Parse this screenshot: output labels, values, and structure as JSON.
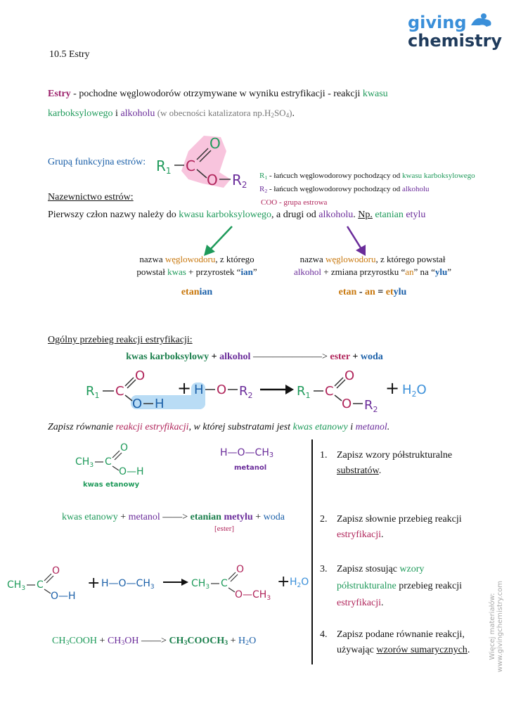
{
  "logo": {
    "line1": "giving",
    "line2": "chemistry"
  },
  "section_title": "10.5 Estry",
  "intro": {
    "term": "Estry",
    "text1": " - pochodne węglowodorów otrzymywane w wyniku estryfikacji - reakcji ",
    "kwasu": "kwasu",
    "karboksylowego": "karboksylowego",
    "i": " i ",
    "alkoholu": "alkoholu",
    "catalyst": " (w obecności katalizatora np.H",
    "catalyst_sub1": "2",
    "catalyst_mid": "SO",
    "catalyst_sub2": "4",
    "catalyst_end": ")",
    "period": "."
  },
  "functional_group": {
    "label": "Grupą funkcyjna estrów:",
    "r1": "R",
    "r1_sub": "1",
    "c": "C",
    "o_top": "O",
    "o_mid": "O",
    "r2": "R",
    "r2_sub": "2",
    "legend": [
      {
        "key": "R",
        "sub": "1",
        "text": " - łańcuch węglowodorowy pochodzący od ",
        "source": "kwasu karboksylowego",
        "color": "#1e9a5a"
      },
      {
        "key": "R",
        "sub": "2",
        "text": " - łańcuch węglowodorowy pochodzący od ",
        "source": "alkoholu",
        "color": "#6a2c9a"
      },
      {
        "key": "COO",
        "text": " - grupa estrowa",
        "color": "#b0245a"
      }
    ]
  },
  "nomenclature": {
    "heading": "Nazewnictwo estrów:",
    "rule_a": "Pierwszy człon nazwy należy do ",
    "rule_kwasu": "kwasu karboksylowego",
    "rule_b": ", a drugi od ",
    "rule_alk": "alkoholu",
    "rule_c": ". ",
    "np": "Np.",
    "ex1": " etanian",
    "ex2": " etylu",
    "left_note_1a": "nazwa ",
    "left_note_1b": "węglowodoru",
    "left_note_1c": ", z którego",
    "left_note_2a": "powstał ",
    "left_note_2b": "kwas",
    "left_note_2c": " + przyrostek “",
    "left_note_2d": "ian",
    "left_note_2e": "”",
    "right_note_1a": "nazwa ",
    "right_note_1b": "węglowodoru",
    "right_note_1c": ", z którego powstał",
    "right_note_2a": "alkohol",
    "right_note_2b": " + zmiana przyrostku “",
    "right_note_2c": "an",
    "right_note_2d": "” na “",
    "right_note_2e": "ylu",
    "right_note_2f": "”",
    "left_result_a": "etan",
    "left_result_b": "ian",
    "right_result_a": "etan",
    "right_result_b": " - ",
    "right_result_c": "an",
    "right_result_d": " = ",
    "right_result_e": "et",
    "right_result_f": "ylu"
  },
  "general": {
    "heading": "Ogólny przebieg reakcji estryfikacji:",
    "w_kwas": "kwas karboksylowy",
    "w_plus1": "  +  ",
    "w_alk": "alkohol",
    "w_arrow": "  ———————> ",
    "w_ester": "ester",
    "w_plus2": " + ",
    "w_woda": "woda",
    "scheme": {
      "r1": "R",
      "r1_sub": "1",
      "c": "C",
      "o": "O",
      "oh_o": "O",
      "oh_h": "H",
      "plus": "+",
      "h": "H",
      "o2": "O",
      "r2": "R",
      "r2_sub": "2",
      "pr_r1": "R",
      "pr_r1_sub": "1",
      "pr_c": "C",
      "pr_o": "O",
      "pr_o2": "O",
      "pr_r2": "R",
      "pr_r2_sub": "2",
      "plus2": "+",
      "water": "H",
      "water_sub": "2",
      "water_o": "O"
    }
  },
  "task": {
    "prompt_a": "Zapisz równanie ",
    "prompt_b": "reakcji estryfikacji",
    "prompt_c": ", w której substratami jest ",
    "prompt_d": "kwas etanowy",
    "prompt_e": " i ",
    "prompt_f": "metanol",
    "prompt_g": ".",
    "acid_ch3": "CH",
    "acid_ch3_sub": "3",
    "acid_c": "C",
    "acid_o": "O",
    "acid_oh": "O—H",
    "acid_name": "kwas etanowy",
    "meth": "H—O—CH",
    "meth_sub": "3",
    "meth_name": "metanol",
    "word_a": "kwas etanowy",
    "word_plus": " + ",
    "word_b": "metanol",
    "word_arrow": " ——> ",
    "word_c": "etanian",
    "word_d": " metylu",
    "word_plus2": " + ",
    "word_e": "woda",
    "word_tag": "[ester]",
    "eq_ch3": "CH",
    "eq_ch3_sub": "3",
    "eq_c": "C",
    "eq_o": "O",
    "eq_oh": "O—H",
    "eq_plus": "+",
    "eq_meth": "H—O—CH",
    "eq_meth_sub": "3",
    "eq_p_ch3": "CH",
    "eq_p_ch3_sub": "3",
    "eq_p_c": "C",
    "eq_p_o": "O",
    "eq_p_o2": "O—CH",
    "eq_p_o2_sub": "3",
    "eq_plus2": "+",
    "eq_h2o": "H",
    "eq_h2o_sub": "2",
    "eq_h2o_o": "O",
    "sum_a": "CH",
    "sum_a_sub": "3",
    "sum_a2": "COOH",
    "sum_plus": " + ",
    "sum_b": "CH",
    "sum_b_sub": "3",
    "sum_b2": "OH",
    "sum_arrow": " ——> ",
    "sum_c": "CH",
    "sum_c_sub": "3",
    "sum_c2": "COOCH",
    "sum_c_sub2": "3",
    "sum_plus2": " + ",
    "sum_d": "H",
    "sum_d_sub": "2",
    "sum_d2": "O"
  },
  "steps": [
    {
      "num": "1.",
      "a": "Zapisz wzory półstrukturalne",
      "b": "substratów",
      "c": "."
    },
    {
      "num": "2.",
      "a": "Zapisz słownie przebieg reakcji",
      "b": "estryfikacji",
      "c": "."
    },
    {
      "num": "3.",
      "a": "Zapisz stosując ",
      "a2": "wzory",
      "b": "półstrukturalne",
      "b2": " przebieg reakcji",
      "c": "estryfikacji",
      "d": "."
    },
    {
      "num": "4.",
      "a": "Zapisz podane równanie reakcji,",
      "b": "używając ",
      "b2": "wzorów sumarycznych",
      "c": "."
    }
  ],
  "footer": "Więcej materiałów: www.givingchemistry.com"
}
